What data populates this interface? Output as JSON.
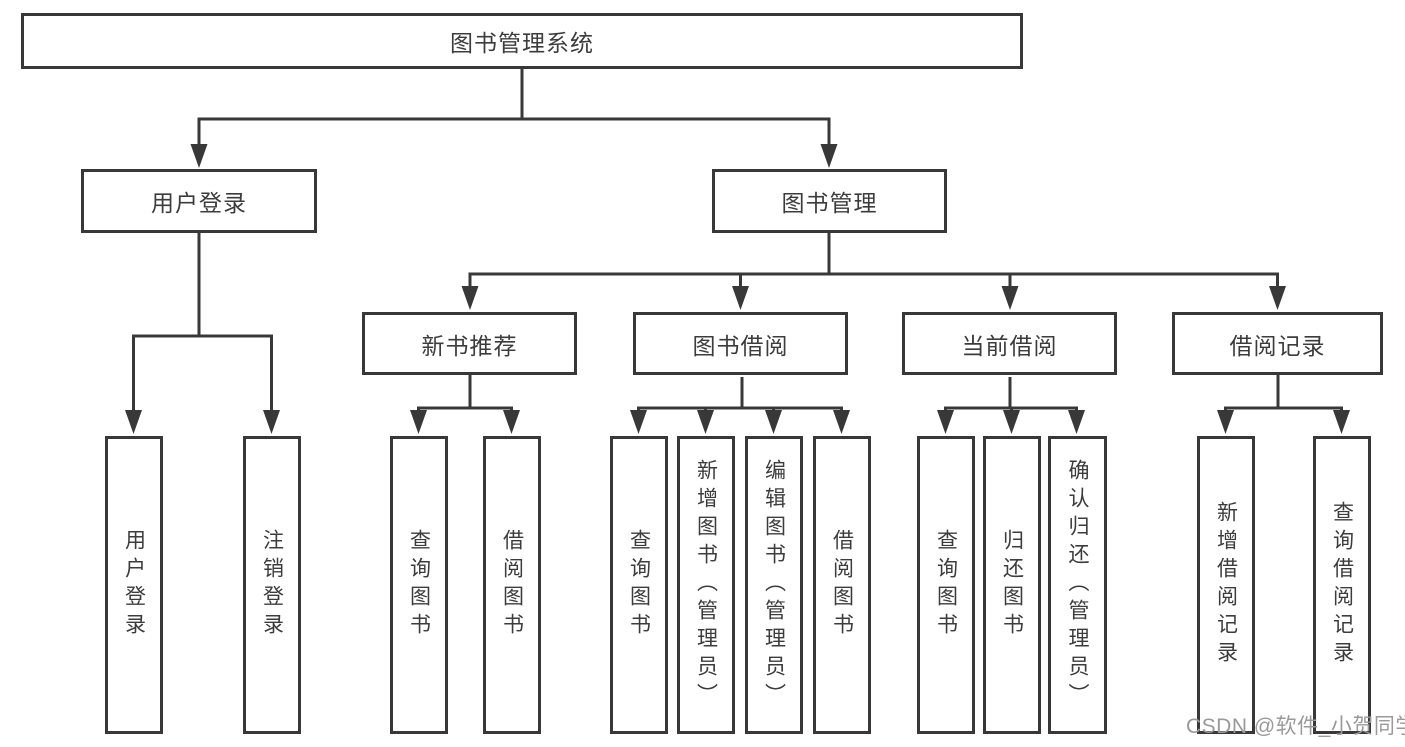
{
  "colors": {
    "line": "#383838",
    "box_border": "#383838",
    "text": "#3c3c3c",
    "watermark": "#9a9a9a",
    "background": "#ffffff"
  },
  "watermark": {
    "text": "CSDN @软件_小贺同学"
  },
  "tree": {
    "root": {
      "label": "图书管理系统"
    },
    "branches": [
      {
        "label": "用户登录",
        "children": [
          {
            "label": "用户登录"
          },
          {
            "label": "注销登录"
          }
        ]
      },
      {
        "label": "图书管理",
        "sections": [
          {
            "label": "新书推荐",
            "children": [
              {
                "label": "查询图书"
              },
              {
                "label": "借阅图书"
              }
            ]
          },
          {
            "label": "图书借阅",
            "children": [
              {
                "label": "查询图书"
              },
              {
                "label": "新增图书（管理员）"
              },
              {
                "label": "编辑图书（管理员）"
              },
              {
                "label": "借阅图书"
              }
            ]
          },
          {
            "label": "当前借阅",
            "children": [
              {
                "label": "查询图书"
              },
              {
                "label": "归还图书"
              },
              {
                "label": "确认归还（管理员）"
              }
            ]
          },
          {
            "label": "借阅记录",
            "children": [
              {
                "label": "新增借阅记录"
              },
              {
                "label": "查询借阅记录"
              }
            ]
          }
        ]
      }
    ]
  }
}
